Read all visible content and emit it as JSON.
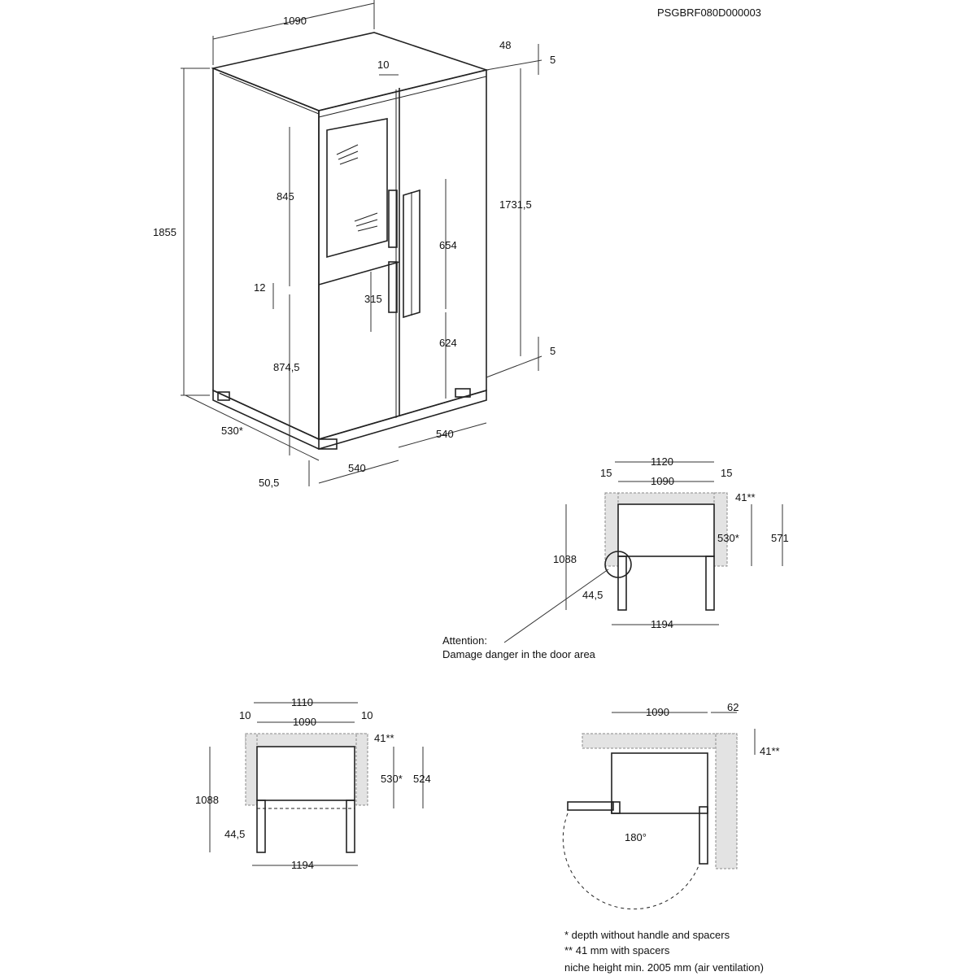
{
  "doc_code": "PSGBRF080D000003",
  "main_view": {
    "width_top": "1090",
    "depth_top": "48",
    "gap_top": "10",
    "offset_top": "5",
    "offset_bottom": "5",
    "height_total": "1855",
    "height_right": "1731,5",
    "upper_door": "845",
    "gap_mid": "12",
    "lower_door": "874,5",
    "handle_upper": "654",
    "handle_lower": "624",
    "handle_small": "315",
    "depth_side": "530*",
    "door_width_left": "540",
    "door_width_right": "540",
    "foot_offset": "50,5"
  },
  "plan_top_right": {
    "outer_width": "1120",
    "inner_width": "1090",
    "side_left": "15",
    "side_right": "15",
    "spacer": "41**",
    "depth_body": "530*",
    "depth_total": "571",
    "depth_open": "1088",
    "hinge": "44,5",
    "open_width": "1194"
  },
  "attention": {
    "line1": "Attention:",
    "line2": "Damage danger in the door area"
  },
  "plan_bottom_left": {
    "outer_width": "1110",
    "inner_width": "1090",
    "side_left": "10",
    "side_right": "10",
    "spacer": "41**",
    "depth_body": "530*",
    "depth_total": "524",
    "depth_open": "1088",
    "hinge": "44,5",
    "open_width": "1194"
  },
  "plan_bottom_right": {
    "width": "1090",
    "wall_gap": "62",
    "spacer": "41**",
    "angle": "180°"
  },
  "notes": {
    "n1": "*  depth without handle and spacers",
    "n2": "** 41 mm with spacers",
    "n3": "niche height min. 2005 mm (air ventilation)"
  }
}
